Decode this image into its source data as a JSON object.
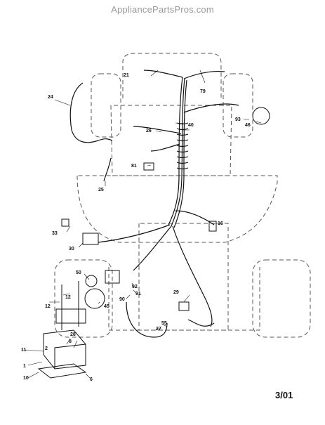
{
  "watermark": "AppliancePartsPros.com",
  "date_code": "3/01",
  "callouts": [
    "1",
    "2",
    "6",
    "8",
    "10",
    "11",
    "12",
    "12",
    "16",
    "21",
    "24",
    "25",
    "26",
    "27",
    "28",
    "29",
    "30",
    "33",
    "40",
    "45",
    "46",
    "50",
    "55",
    "79",
    "81",
    "90",
    "91",
    "92",
    "93"
  ]
}
